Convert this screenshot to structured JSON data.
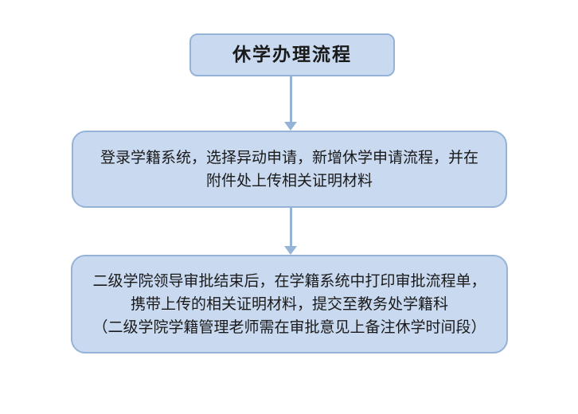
{
  "diagram": {
    "title": "休学办理流程",
    "background": "#ffffff",
    "colors": {
      "box_fill": "#c9d9f0",
      "box_border": "#95b3d7",
      "arrow": "#95b3d7",
      "text": "#1a1a1a"
    },
    "nodes": [
      {
        "id": "title",
        "type": "title",
        "lines": [
          "休学办理流程"
        ]
      },
      {
        "id": "step1",
        "type": "process",
        "lines": [
          "登录学籍系统，选择异动申请，新增休学申请流程，并在",
          "附件处上传相关证明材料"
        ]
      },
      {
        "id": "step2",
        "type": "process",
        "lines": [
          "二级学院领导审批结束后，在学籍系统中打印审批流程单，",
          "携带上传的相关证明材料，提交至教务处学籍科",
          "（二级学院学籍管理老师需在审批意见上备注休学时间段）"
        ]
      }
    ],
    "connectors": [
      {
        "from": "title",
        "to": "step1",
        "type": "arrow-down"
      },
      {
        "from": "step1",
        "to": "step2",
        "type": "arrow-down"
      }
    ]
  }
}
